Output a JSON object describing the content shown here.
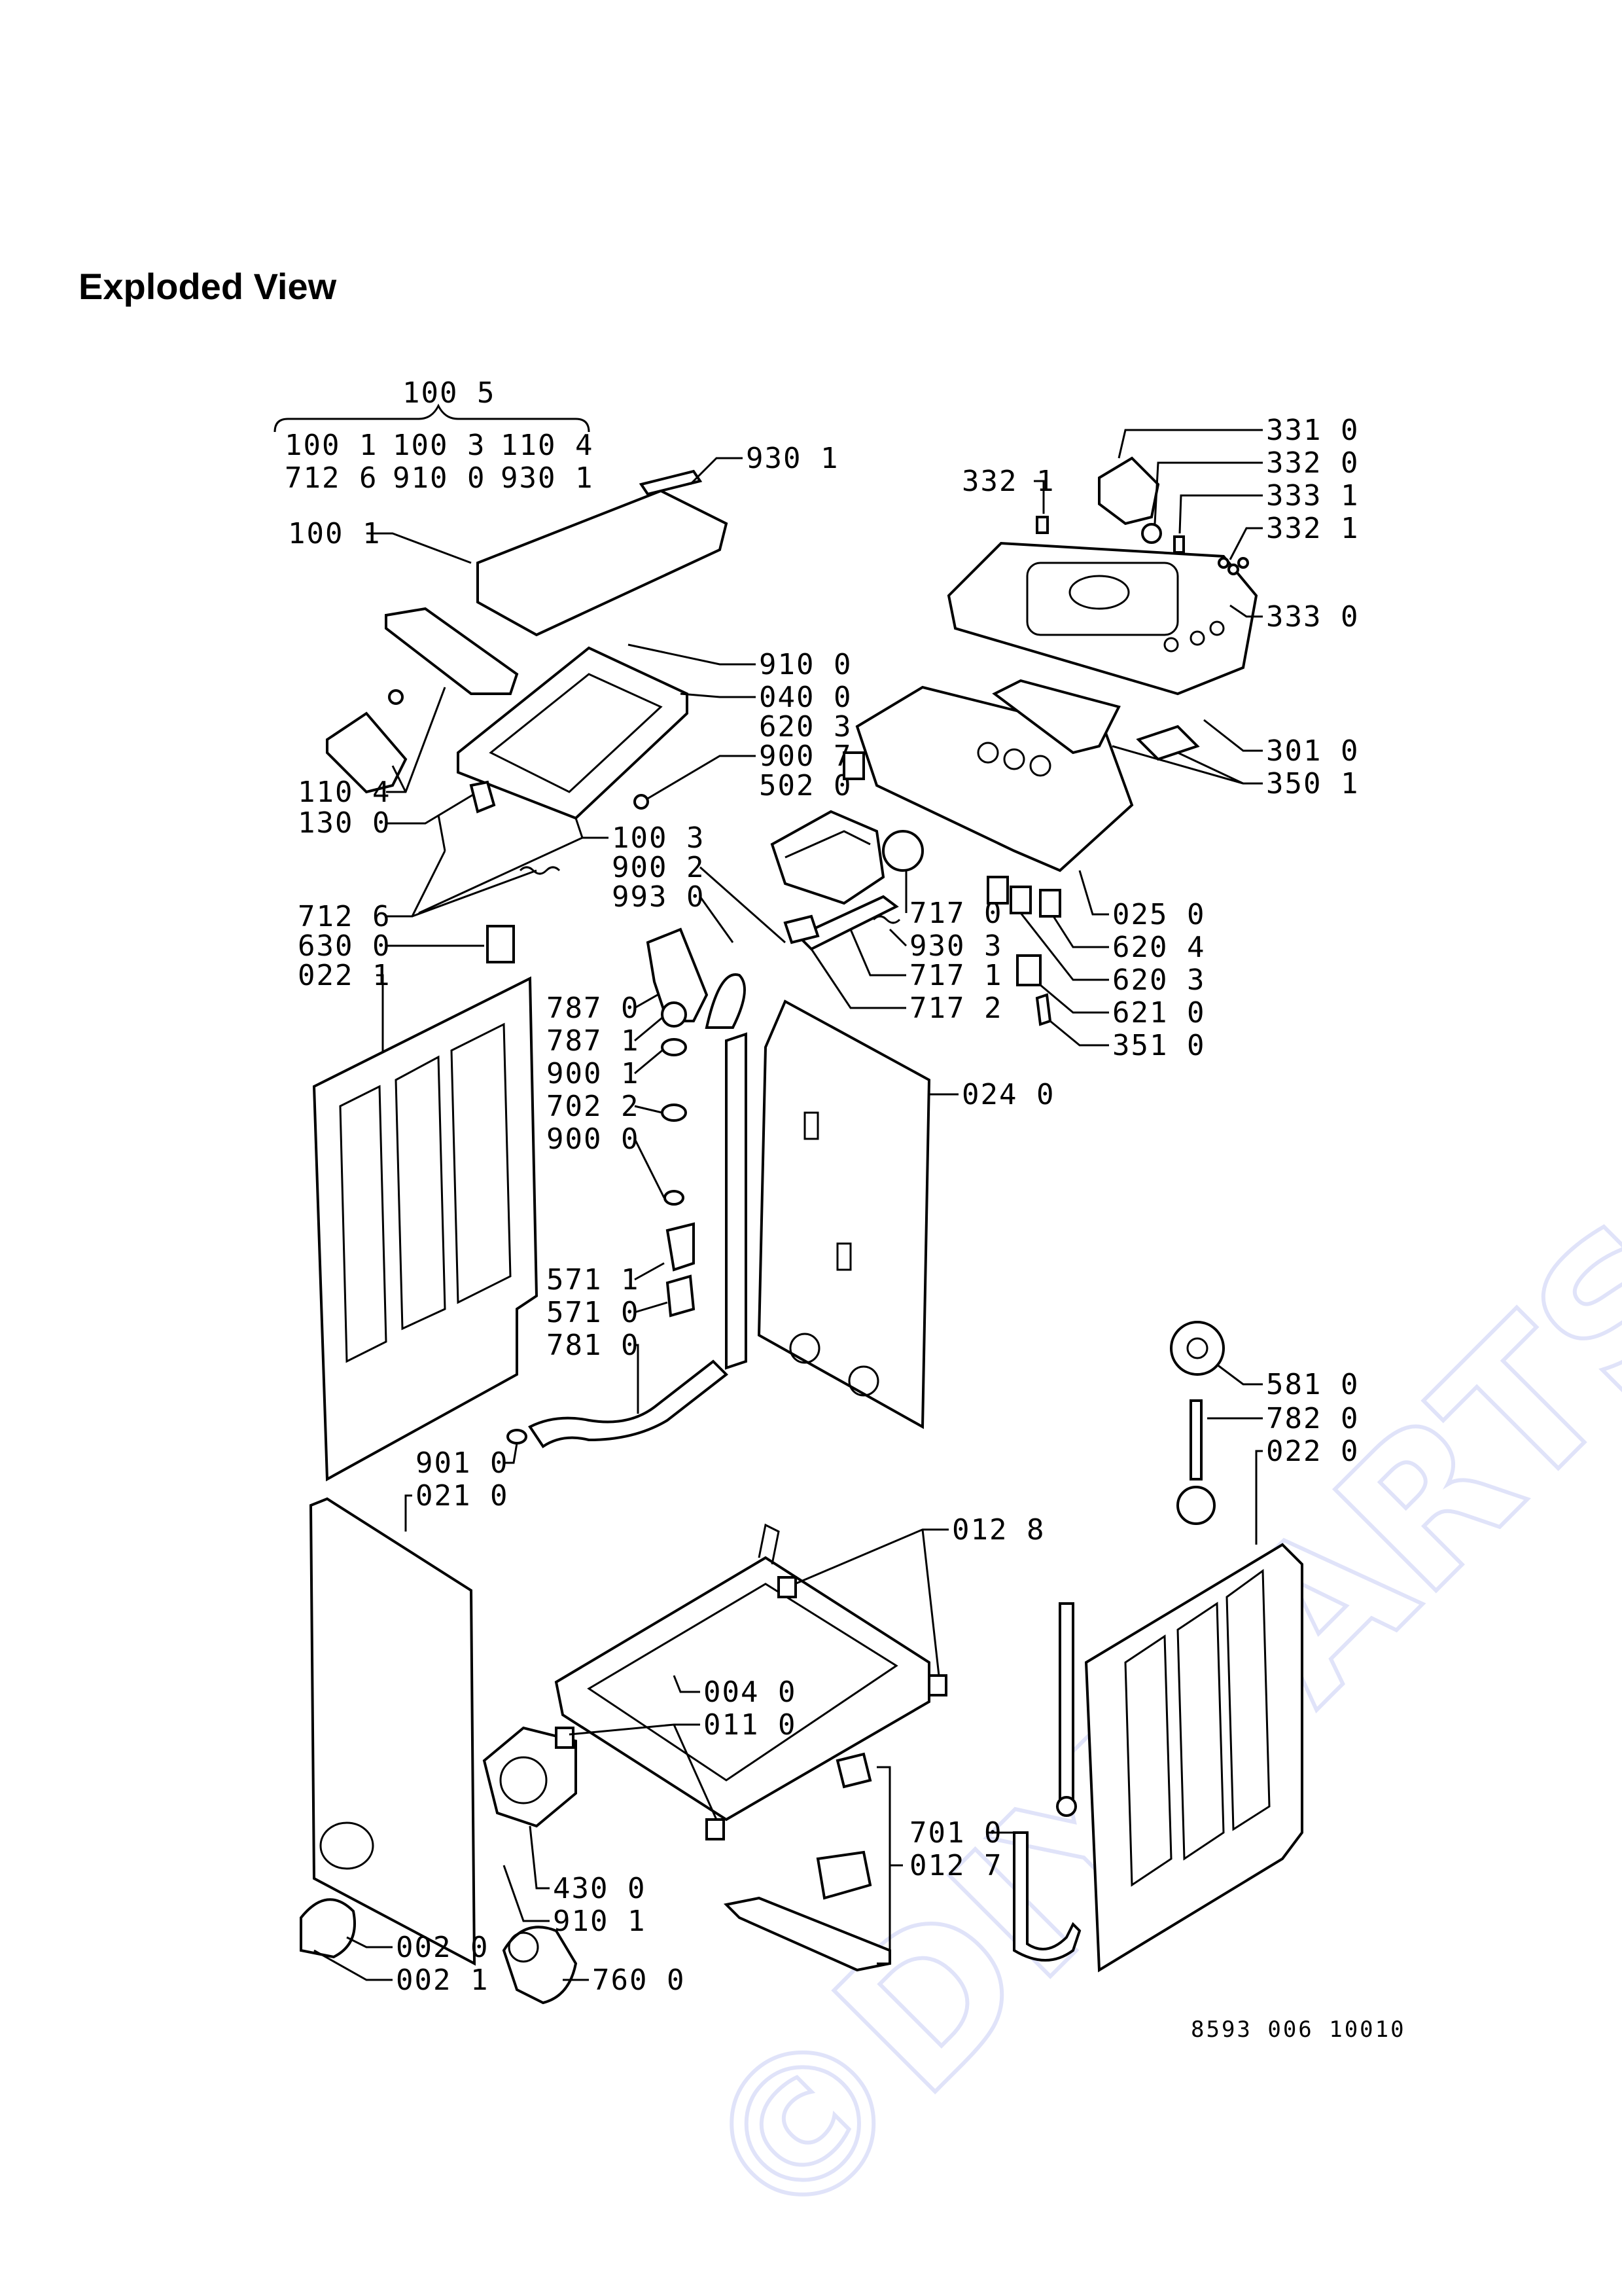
{
  "title": "Exploded View",
  "watermark": "©DIY-PARTS.cz",
  "drawing_code": "8593 006 10010",
  "kit": {
    "main": "100 5",
    "row1": [
      "100 1",
      "100 3",
      "110 4"
    ],
    "row2": [
      "712 6",
      "910 0",
      "930 1"
    ]
  },
  "labels": {
    "p930_1": "930 1",
    "p331_0": "331 0",
    "p332_0": "332 0",
    "p332_1a": "332 1",
    "p333_1": "333 1",
    "p332_1b": "332 1",
    "p333_0": "333 0",
    "p100_1": "100 1",
    "p910_0": "910 0",
    "p040_0": "040 0",
    "p620_3a": "620 3",
    "p900_7": "900 7",
    "p502_0": "502 0",
    "p301_0": "301 0",
    "p350_1": "350 1",
    "p110_4": "110 4",
    "p130_0": "130 0",
    "p100_3": "100 3",
    "p900_2": "900 2",
    "p993_0": "993 0",
    "p717_0": "717 0",
    "p930_3": "930 3",
    "p717_1": "717 1",
    "p717_2": "717 2",
    "p025_0": "025 0",
    "p620_4": "620 4",
    "p620_3b": "620 3",
    "p621_0": "621 0",
    "p351_0": "351 0",
    "p712_6": "712 6",
    "p630_0": "630 0",
    "p022_1": "022 1",
    "p787_0": "787 0",
    "p787_1": "787 1",
    "p900_1": "900 1",
    "p702_2": "702 2",
    "p900_0": "900 0",
    "p024_0": "024 0",
    "p571_1": "571 1",
    "p571_0": "571 0",
    "p781_0": "781 0",
    "p901_0": "901 0",
    "p021_0": "021 0",
    "p581_0": "581 0",
    "p782_0": "782 0",
    "p022_0": "022 0",
    "p012_8": "012 8",
    "p004_0": "004 0",
    "p011_0": "011 0",
    "p701_0": "701 0",
    "p012_7": "012 7",
    "p430_0": "430 0",
    "p910_1": "910 1",
    "p002_0": "002 0",
    "p002_1": "002 1",
    "p760_0": "760 0"
  }
}
